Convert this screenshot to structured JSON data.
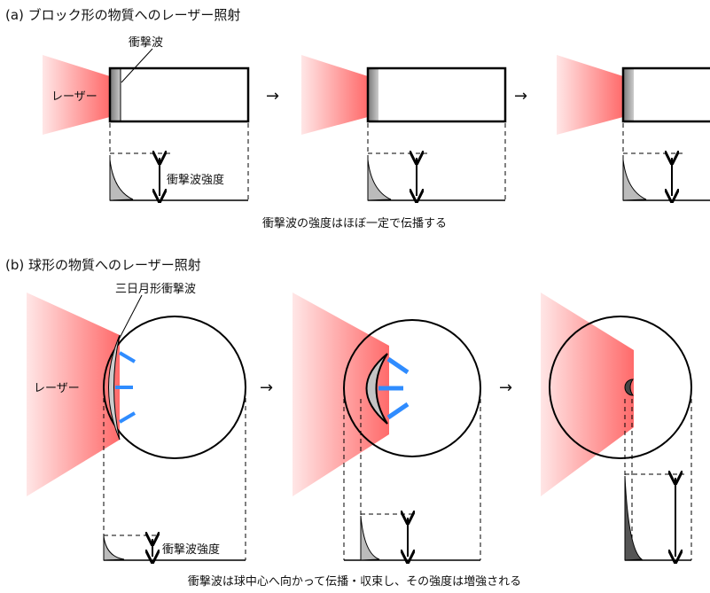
{
  "panel_a": {
    "title": "(a) ブロック形の物質へのレーザー照射",
    "shock_label": "衝撃波",
    "laser_label": "レーザー",
    "intensity_label": "衝撃波強度",
    "caption": "衝撃波の強度はほぼ一定で伝播する"
  },
  "panel_b": {
    "title": "(b) 球形の物質へのレーザー照射",
    "shock_label": "三日月形衝撃波",
    "laser_label": "レーザー",
    "intensity_label": "衝撃波強度",
    "caption": "衝撃波は球中心へ向かって伝播・収束し、その強度は増強される"
  },
  "colors": {
    "laser": "#ff5a5a",
    "arrow": "#2f8cff",
    "shock": "#bbbbbb"
  }
}
